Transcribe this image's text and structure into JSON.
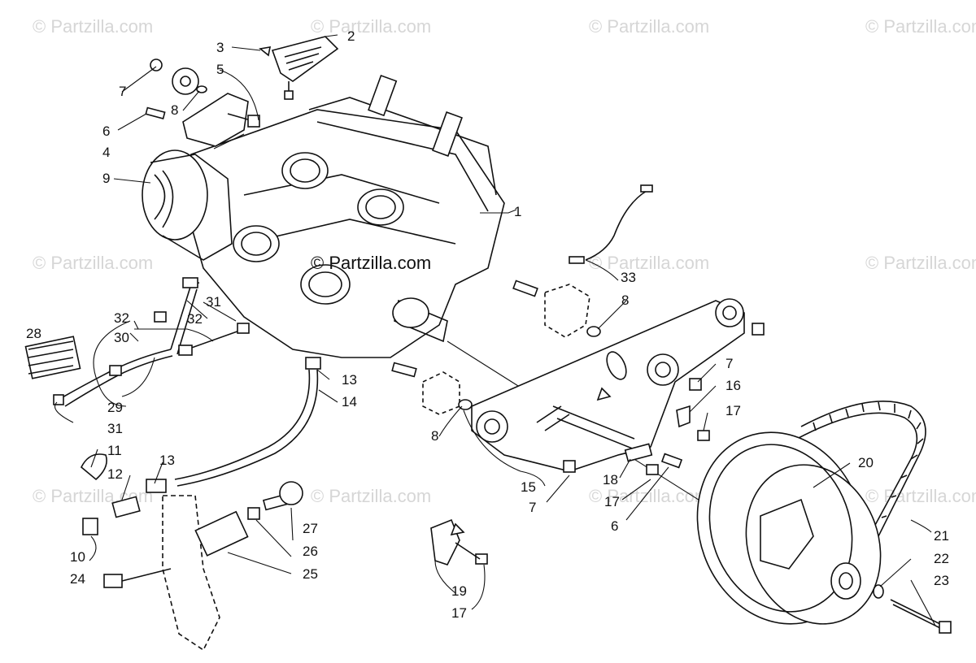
{
  "watermark": "© Partzilla.com",
  "watermark_center": "© Partzilla.com",
  "callouts": [
    "1",
    "2",
    "3",
    "4",
    "5",
    "6",
    "7",
    "8",
    "9",
    "10",
    "11",
    "12",
    "13",
    "14",
    "15",
    "16",
    "17",
    "18",
    "19",
    "20",
    "21",
    "22",
    "23",
    "24",
    "25",
    "26",
    "27",
    "28",
    "29",
    "30",
    "31",
    "32",
    "33"
  ],
  "labels": {
    "l1": "1",
    "l2": "2",
    "l3": "3",
    "l4": "4",
    "l5": "5",
    "l6a": "6",
    "l6b": "6",
    "l7a": "7",
    "l7b": "7",
    "l7c": "7",
    "l8a": "8",
    "l8b": "8",
    "l8c": "8",
    "l9": "9",
    "l10": "10",
    "l11": "11",
    "l12": "12",
    "l13a": "13",
    "l13b": "13",
    "l14": "14",
    "l15": "15",
    "l16": "16",
    "l17a": "17",
    "l17b": "17",
    "l17c": "17",
    "l18": "18",
    "l19": "19",
    "l20": "20",
    "l21": "21",
    "l22": "22",
    "l23": "23",
    "l24": "24",
    "l25": "25",
    "l26": "26",
    "l27": "27",
    "l28": "28",
    "l29": "29",
    "l30": "30",
    "l31a": "31",
    "l31b": "31",
    "l32a": "32",
    "l32b": "32",
    "l33": "33"
  }
}
